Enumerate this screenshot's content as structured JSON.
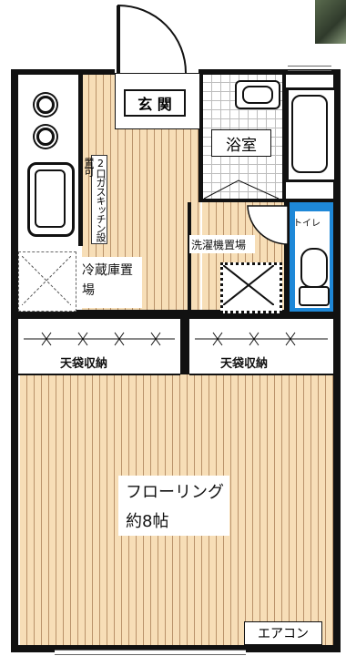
{
  "rooms": {
    "entrance": "玄 関",
    "bathroom": "浴室",
    "toilet": "トイレ",
    "kitchen": "2口ガスキッチン設置可",
    "fridge": "冷蔵庫置場",
    "washer": "洗濯機置場",
    "closet_left": "天袋収納",
    "closet_right": "天袋収納",
    "main_room_type": "フローリング",
    "main_room_size": "約8帖",
    "aircon": "エアコン"
  },
  "colors": {
    "flooring": "#f7deb7",
    "toilet_accent": "#1e88d8",
    "wall": "#111111"
  }
}
